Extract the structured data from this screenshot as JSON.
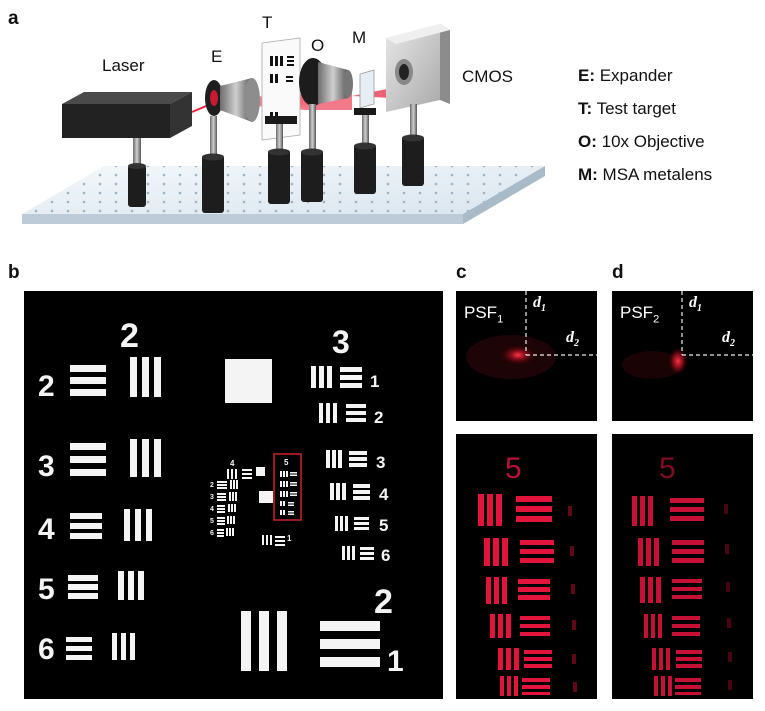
{
  "figure": {
    "panel_a": {
      "letter": "a",
      "components": {
        "laser": "Laser",
        "expander": "E",
        "test_target": "T",
        "objective": "O",
        "metalens": "M",
        "camera": "CMOS"
      },
      "legend": [
        {
          "key": "E:",
          "text": " Expander"
        },
        {
          "key": "T:",
          "text": " Test target"
        },
        {
          "key": "O:",
          "text": " 10x Objective"
        },
        {
          "key": "M:",
          "text": " MSA metalens"
        }
      ]
    },
    "panel_b": {
      "letter": "b",
      "group_labels": {
        "group2_top": "2",
        "group3_top": "3",
        "group2_bottom": "2"
      },
      "element_numbers_left": [
        "2",
        "3",
        "4",
        "5",
        "6"
      ],
      "element_numbers_right": [
        "1",
        "2",
        "3",
        "4",
        "5",
        "6"
      ],
      "bottom_element": "1",
      "small_group_labels": {
        "left": "4",
        "right": "5"
      },
      "small_left_numbers": [
        "2",
        "3",
        "4",
        "5",
        "6"
      ],
      "small_bottom_number": "1"
    },
    "panel_c": {
      "letter": "c",
      "psf_base": "PSF",
      "psf_sub": "1",
      "axis1_base": "d",
      "axis1_sub": "1",
      "axis2_base": "d",
      "axis2_sub": "2",
      "zoom_label": "5"
    },
    "panel_d": {
      "letter": "d",
      "psf_base": "PSF",
      "psf_sub": "2",
      "axis1_base": "d",
      "axis1_sub": "1",
      "axis2_base": "d",
      "axis2_sub": "2",
      "zoom_label": "5"
    },
    "colors": {
      "laser_beam": "#e8203a",
      "marker_box": "#d0202a",
      "image_red": "#e3143c"
    }
  }
}
